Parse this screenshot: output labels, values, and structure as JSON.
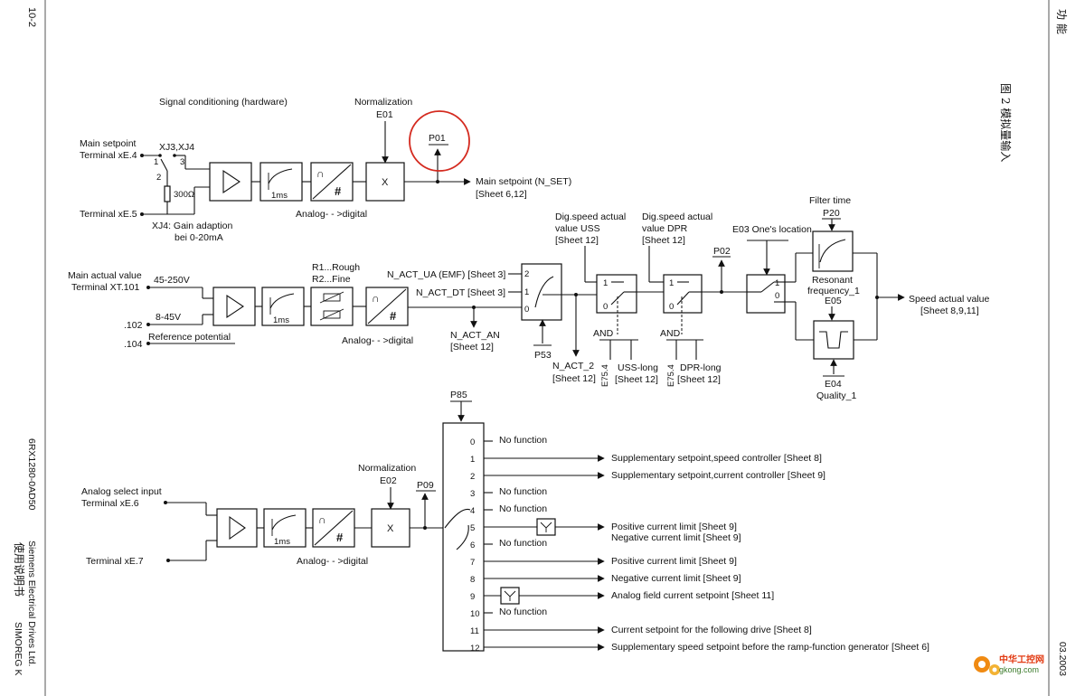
{
  "margin": {
    "page_number": "10-2",
    "doc_number": "6RX1280-0AD50",
    "company": "Siemens Electrical Drives Ltd.",
    "manual": "使用说明书",
    "product": "SIMOREG K",
    "right_title": "功 能",
    "figure_title": "图 2 模拟量输入",
    "date": "03.2003"
  },
  "watermark": {
    "brand": "中华工控网",
    "site": "gkong.com"
  },
  "sec1": {
    "signal_conditioning": "Signal conditioning (hardware)",
    "main_setpoint": "Main setpoint",
    "terminal_e4": "Terminal xE.4",
    "jumper": "XJ3,XJ4",
    "pos1": "1",
    "pos2": "2",
    "pos3": "3",
    "resistor": "300Ω",
    "terminal_e5": "Terminal xE.5",
    "xj4_note1": "XJ4: Gain adaption",
    "xj4_note2": "bei 0-20mA",
    "time_1ms": "1ms",
    "adc_label": "Analog- - >digital",
    "normalization": "Normalization",
    "e01": "E01",
    "mult": "X",
    "p01": "P01",
    "out_main": "Main setpoint (N_SET)",
    "out_main_ref": "[Sheet 6,12]"
  },
  "sec2": {
    "main_actual": "Main actual value",
    "terminal_xt101": "Terminal XT.101",
    "v45_250": "45-250V",
    "v8_45": "8-45V",
    "t102": ".102",
    "t104": ".104",
    "ref_potential": "Reference potential",
    "r1_rough": "R1...Rough",
    "r2_fine": "R2...Fine",
    "time_1ms": "1ms",
    "adc_label": "Analog- - >digital",
    "n_act_ua": "N_ACT_UA (EMF) [Sheet 3]",
    "n_act_dt": "N_ACT_DT [Sheet 3]",
    "n_act_an": "N_ACT_AN",
    "n_act_an_ref": "[Sheet 12]",
    "sel_2": "2",
    "sel_1": "1",
    "sel_0": "0",
    "p53": "P53",
    "n_act_2": "N_ACT_2",
    "n_act_2_ref": "[Sheet 12]",
    "dig_uss1": "Dig.speed actual",
    "dig_uss2": "value USS",
    "dig_uss3": "[Sheet 12]",
    "dig_dpr1": "Dig.speed actual",
    "dig_dpr2": "value DPR",
    "dig_dpr3": "[Sheet 12]",
    "sw_1": "1",
    "sw_0": "0",
    "and": "AND",
    "e754": "E75.4",
    "uss_long": "USS-long",
    "uss_long_ref": "[Sheet 12]",
    "dpr_long": "DPR-long",
    "dpr_long_ref": "[Sheet 12]",
    "p02": "P02",
    "e03": "E03 One's location",
    "filter_time": "Filter time",
    "p20": "P20",
    "resonant1": "Resonant",
    "resonant2": "frequency_1",
    "e05": "E05",
    "e04": "E04",
    "quality": "Quality_1",
    "speed_actual": "Speed actual value",
    "speed_actual_ref": "[Sheet 8,9,11]"
  },
  "sec3": {
    "analog_select": "Analog select input",
    "terminal_e6": "Terminal xE.6",
    "terminal_e7": "Terminal xE.7",
    "time_1ms": "1ms",
    "adc_label": "Analog- - >digital",
    "normalization": "Normalization",
    "e02": "E02",
    "mult": "X",
    "p09": "P09",
    "p85": "P85",
    "outputs": [
      {
        "num": "0",
        "label": "No function"
      },
      {
        "num": "1",
        "label": "Supplementary setpoint,speed controller [Sheet 8]"
      },
      {
        "num": "2",
        "label": "Supplementary setpoint,current controller [Sheet 9]"
      },
      {
        "num": "3",
        "label": "No function"
      },
      {
        "num": "4",
        "label": "No function"
      },
      {
        "num": "5",
        "label": "Positive current limit [Sheet 9]",
        "label2": "Negative current limit [Sheet 9]"
      },
      {
        "num": "6",
        "label": "No function"
      },
      {
        "num": "7",
        "label": "Positive current limit  [Sheet 9]"
      },
      {
        "num": "8",
        "label": "Negative current limit [Sheet 9]"
      },
      {
        "num": "9",
        "label": "Analog field current setpoint  [Sheet 11]"
      },
      {
        "num": "10",
        "label": "No function"
      },
      {
        "num": "11",
        "label": "Current setpoint for the following drive  [Sheet 8]"
      },
      {
        "num": "12",
        "label": "Supplementary speed setpoint before the ramp-function generator  [Sheet 6]"
      }
    ]
  },
  "colors": {
    "highlight_circle": "#d42a1f",
    "ink": "#111111",
    "watermark_orange": "#f08a12"
  }
}
